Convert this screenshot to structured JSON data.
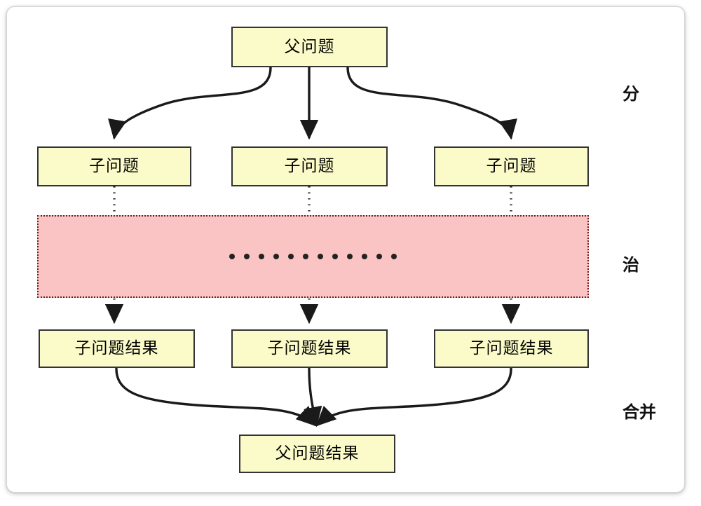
{
  "diagram": {
    "title": "divide-and-conquer",
    "colors": {
      "node_fill": "#fbfbc9",
      "node_border": "#333333",
      "band_fill": "#fbc4c4",
      "band_border": "#6b2020",
      "canvas": "#ffffff",
      "edge": "#1a1a1a"
    },
    "nodes": {
      "parent_problem": "父问题",
      "sub_problem_1": "子问题",
      "sub_problem_2": "子问题",
      "sub_problem_3": "子问题",
      "sub_result_1": "子问题结果",
      "sub_result_2": "子问题结果",
      "sub_result_3": "子问题结果",
      "parent_result": "父问题结果"
    },
    "band": {
      "dot_count": 12
    },
    "stage_labels": {
      "divide": "分",
      "conquer": "治",
      "merge": "合并"
    }
  }
}
